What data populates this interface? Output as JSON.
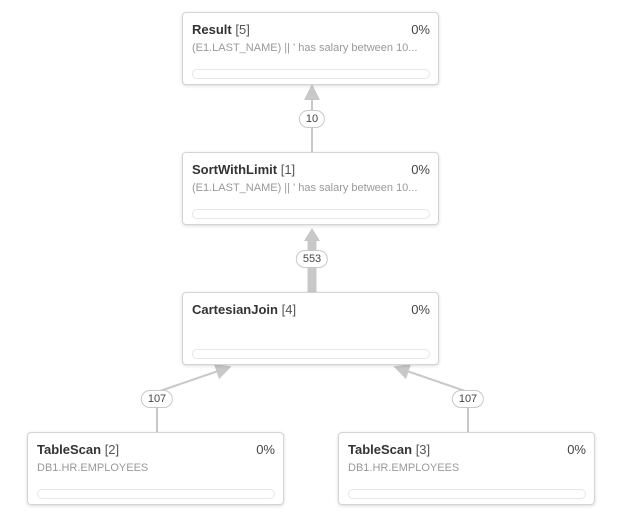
{
  "nodes": [
    {
      "op": "Result",
      "id": "[5]",
      "pct": "0%",
      "detail": "(E1.LAST_NAME) || ' has salary between 10...",
      "progress": 0
    },
    {
      "op": "SortWithLimit",
      "id": "[1]",
      "pct": "0%",
      "detail": "(E1.LAST_NAME) || ' has salary between 10...",
      "progress": 0
    },
    {
      "op": "CartesianJoin",
      "id": "[4]",
      "pct": "0%",
      "detail": "",
      "progress": 0
    },
    {
      "op": "TableScan",
      "id": "[2]",
      "pct": "0%",
      "detail": "DB1.HR.EMPLOYEES",
      "progress": 0
    },
    {
      "op": "TableScan",
      "id": "[3]",
      "pct": "0%",
      "detail": "DB1.HR.EMPLOYEES",
      "progress": 0
    }
  ],
  "edges": [
    {
      "rows": "10"
    },
    {
      "rows": "553"
    },
    {
      "rows": "107"
    },
    {
      "rows": "107"
    }
  ]
}
